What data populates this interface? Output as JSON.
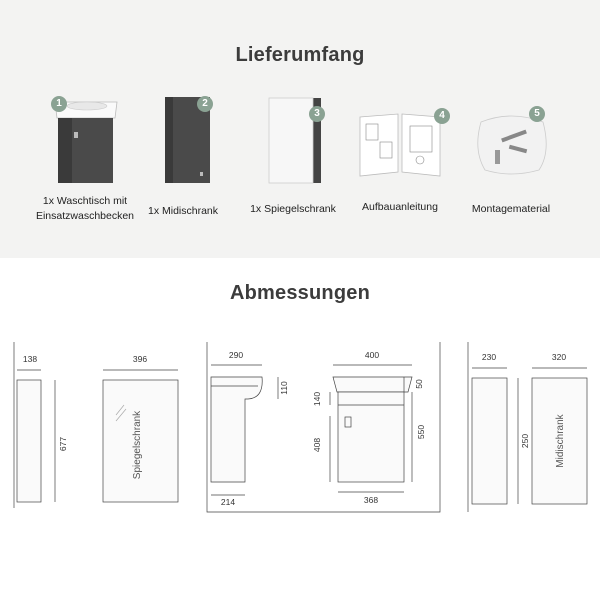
{
  "delivery": {
    "title": "Lieferumfang",
    "items": [
      {
        "num": "1",
        "caption1": "1x Waschtisch mit",
        "caption2": "Einsatzwaschbecken",
        "icon": "washbasin-cabinet-icon"
      },
      {
        "num": "2",
        "caption1": "1x Midischrank",
        "caption2": "",
        "icon": "midi-cabinet-icon"
      },
      {
        "num": "3",
        "caption1": "1x Spiegelschrank",
        "caption2": "",
        "icon": "mirror-cabinet-icon"
      },
      {
        "num": "4",
        "caption1": "Aufbauanleitung",
        "caption2": "",
        "icon": "manual-icon"
      },
      {
        "num": "5",
        "caption1": "Montagematerial",
        "caption2": "",
        "icon": "hardware-bag-icon"
      }
    ]
  },
  "dimensions": {
    "title": "Abmessungen",
    "mirror": {
      "depth": "138",
      "width": "396",
      "height": "677",
      "label": "Spiegelschrank"
    },
    "vanity": {
      "depth_top": "290",
      "basin_h": "110",
      "depth_bottom": "214",
      "width_top": "400",
      "rim": "50",
      "front_h": "140",
      "body_h": "408",
      "total_h": "550",
      "width_bottom": "368"
    },
    "midi": {
      "depth": "230",
      "width": "320",
      "height": "250",
      "label": "Midischrank"
    }
  }
}
